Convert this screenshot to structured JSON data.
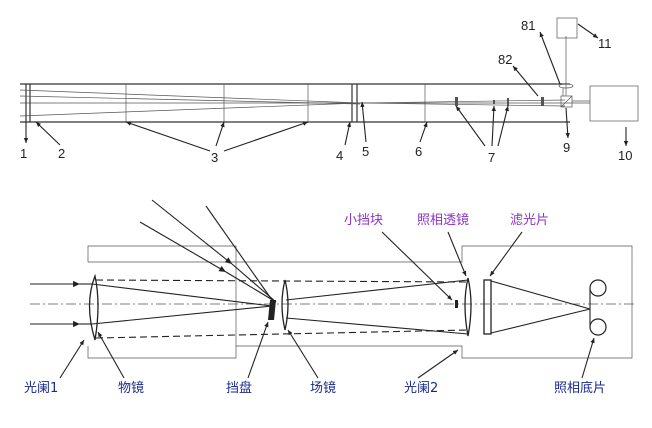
{
  "top_diagram": {
    "labels": [
      "1",
      "2",
      "3",
      "4",
      "5",
      "6",
      "7",
      "81",
      "82",
      "9",
      "10",
      "11"
    ]
  },
  "bottom_diagram": {
    "labels": {
      "aperture1": "光阑1",
      "objective": "物镜",
      "stop_disk": "挡盘",
      "field_lens": "场镜",
      "aperture2": "光阑2",
      "film": "照相底片",
      "small_block": "小挡块",
      "camera_lens": "照相透镜",
      "filter": "滤光片"
    }
  },
  "colors": {
    "label_blue": "#1a2a8c",
    "label_purple": "#8b34c9",
    "line": "#333333"
  }
}
